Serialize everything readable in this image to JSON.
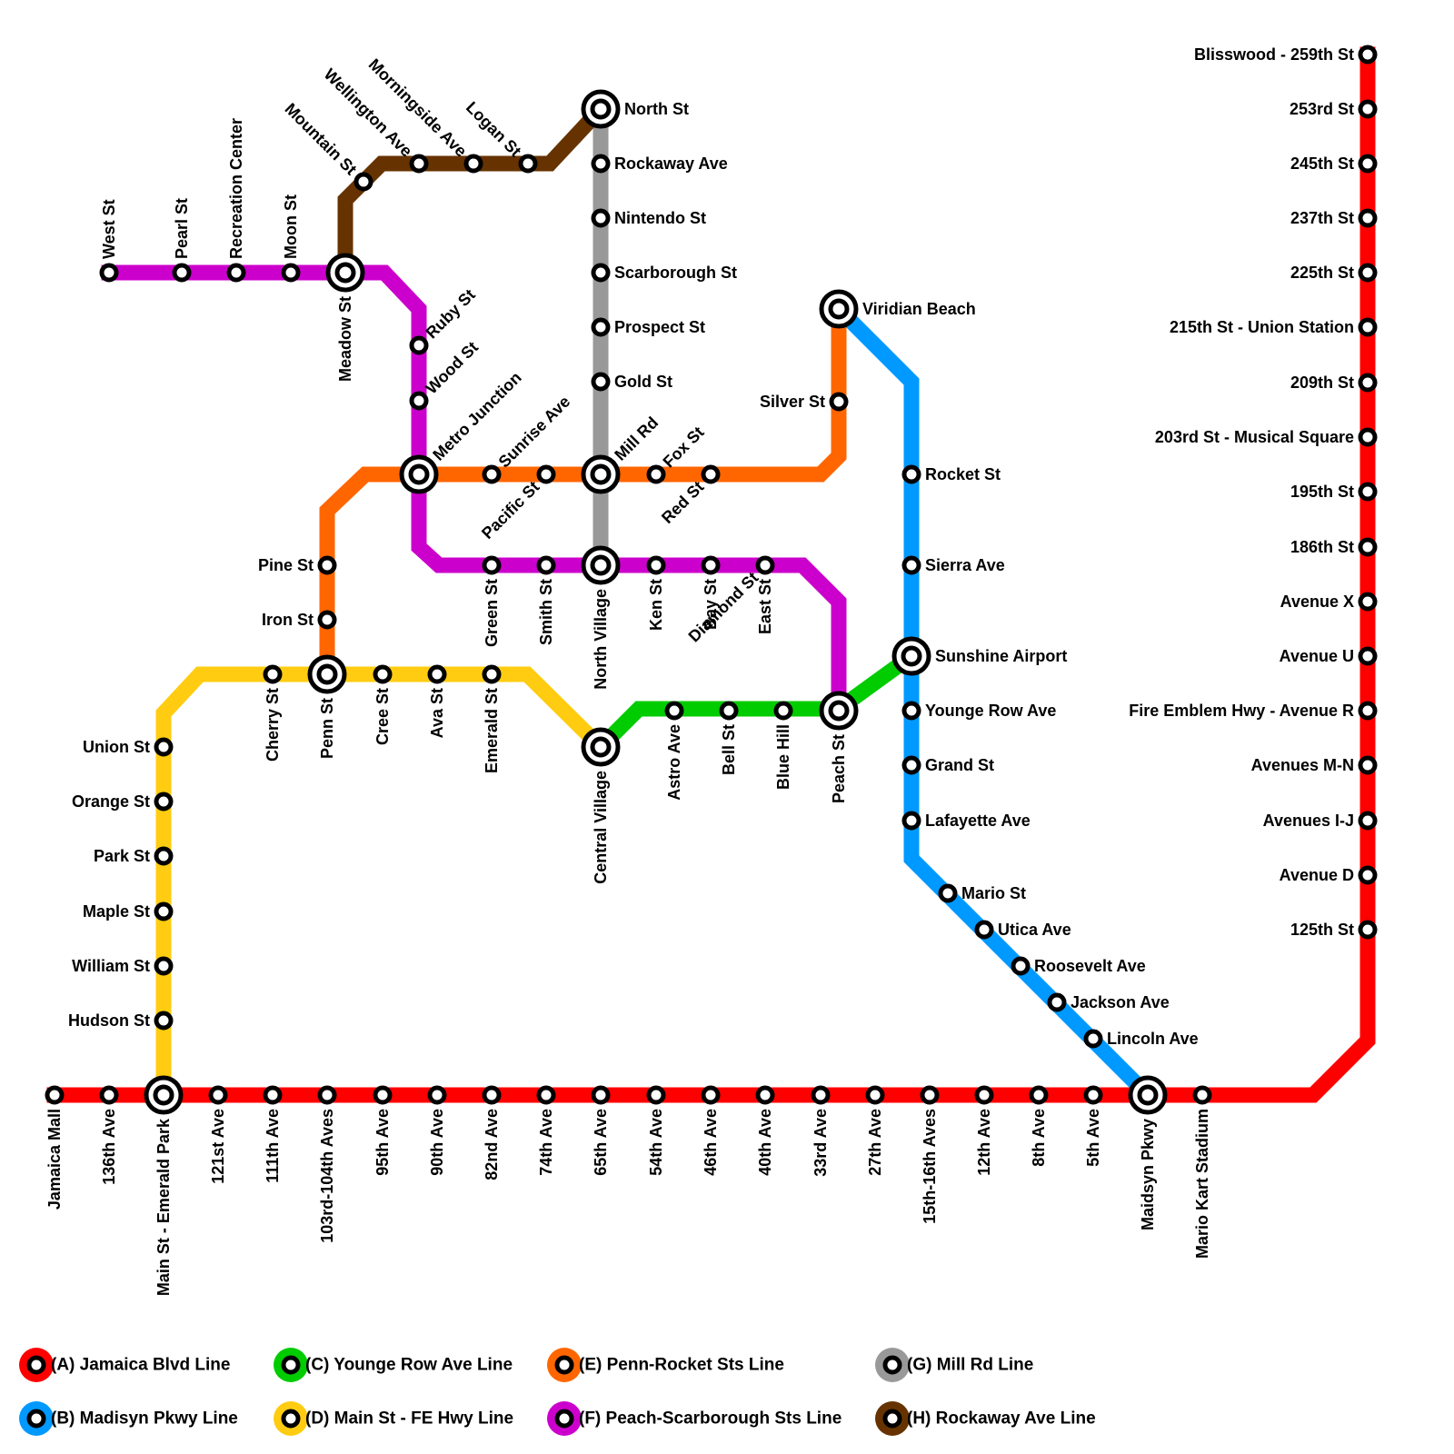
{
  "colors": {
    "A": "#ff0000",
    "B": "#0099ff",
    "C": "#00cc00",
    "D": "#ffcc11",
    "E": "#ff6600",
    "F": "#cc00cc",
    "G": "#999999",
    "H": "#663300"
  },
  "legend": [
    {
      "line": "A",
      "label": "(A) Jamaica Blvd Line"
    },
    {
      "line": "B",
      "label": "(B) Madisyn Pkwy Line"
    },
    {
      "line": "C",
      "label": "(C) Younge Row Ave Line"
    },
    {
      "line": "D",
      "label": "(D) Main St - FE Hwy Line"
    },
    {
      "line": "E",
      "label": "(E) Penn-Rocket Sts Line"
    },
    {
      "line": "F",
      "label": "(F) Peach-Scarborough Sts Line"
    },
    {
      "line": "G",
      "label": "(G) Mill Rd Line"
    },
    {
      "line": "H",
      "label": "(H) Rockaway Ave Line"
    }
  ],
  "stations": {
    "jamaica_mall": "Jamaica Mall",
    "s136th_ave": "136th Ave",
    "main_st_emerald_park": "Main St - Emerald Park",
    "s121st_ave": "121st Ave",
    "s111th_ave": "111th Ave",
    "s103rd_104th_aves": "103rd-104th Aves",
    "s95th_ave": "95th Ave",
    "s90th_ave": "90th Ave",
    "s82nd_ave": "82nd Ave",
    "s74th_ave": "74th Ave",
    "s65th_ave": "65th Ave",
    "s54th_ave": "54th Ave",
    "s46th_ave": "46th Ave",
    "s40th_ave": "40th Ave",
    "s33rd_ave": "33rd Ave",
    "s27th_ave": "27th Ave",
    "s15th_16th_aves": "15th-16th Aves",
    "s12th_ave": "12th Ave",
    "s8th_ave": "8th Ave",
    "s5th_ave": "5th Ave",
    "maidsyn_pkwy": "Maidsyn Pkwy",
    "mario_kart_stadium": "Mario Kart Stadium",
    "s125th_st": "125th St",
    "avenue_d": "Avenue D",
    "avenues_i_j": "Avenues I-J",
    "avenues_m_n": "Avenues M-N",
    "fire_emblem_hwy": "Fire Emblem Hwy - Avenue R",
    "avenue_u": "Avenue U",
    "avenue_x": "Avenue X",
    "s186th_st": "186th St",
    "s195th_st": "195th St",
    "s203rd_st": "203rd St - Musical Square",
    "s209th_st": "209th St",
    "s215th_st": "215th St - Union Station",
    "s225th_st": "225th St",
    "s237th_st": "237th St",
    "s245th_st": "245th St",
    "s253rd_st": "253rd St",
    "blisswood": "Blisswood - 259th St",
    "lincoln_ave": "Lincoln Ave",
    "jackson_ave": "Jackson Ave",
    "roosevelt_ave": "Roosevelt Ave",
    "utica_ave": "Utica Ave",
    "mario_st": "Mario St",
    "lafayette_ave": "Lafayette Ave",
    "grand_st": "Grand St",
    "younge_row_ave": "Younge Row Ave",
    "sunshine_airport": "Sunshine Airport",
    "sierra_ave": "Sierra Ave",
    "rocket_st": "Rocket St",
    "viridian_beach": "Viridian Beach",
    "central_village": "Central Village",
    "astro_ave": "Astro Ave",
    "bell_st": "Bell St",
    "blue_hill": "Blue Hill",
    "peach_st": "Peach St",
    "hudson_st": "Hudson St",
    "william_st": "William St",
    "maple_st": "Maple St",
    "park_st": "Park St",
    "orange_st": "Orange St",
    "union_st": "Union St",
    "cherry_st": "Cherry St",
    "penn_st": "Penn St",
    "cree_st": "Cree St",
    "ava_st": "Ava St",
    "emerald_st": "Emerald St",
    "iron_st": "Iron St",
    "pine_st": "Pine St",
    "metro_junction": "Metro Junction",
    "sunrise_ave": "Sunrise Ave",
    "mill_rd": "Mill Rd",
    "fox_st": "Fox St",
    "silver_st": "Silver St",
    "pacific_st": "Pacific St",
    "red_st": "Red St",
    "west_st": "West St",
    "pearl_st": "Pearl St",
    "recreation_center": "Recreation Center",
    "moon_st": "Moon St",
    "meadow_st": "Meadow St",
    "ruby_st": "Ruby St",
    "wood_st": "Wood St",
    "green_st": "Green St",
    "smith_st": "Smith St",
    "north_village": "North Village",
    "ken_st": "Ken St",
    "bay_st": "Bay St",
    "east_st": "East St",
    "diamond_st": "Diamond St",
    "north_st": "North St",
    "rockaway_ave": "Rockaway Ave",
    "nintendo_st": "Nintendo St",
    "scarborough_st": "Scarborough St",
    "prospect_st": "Prospect St",
    "gold_st": "Gold St",
    "mountain_st": "Mountain St",
    "wellington_ave": "Wellington Ave",
    "morningside_ave": "Morningside Ave",
    "logan_st": "Logan St"
  }
}
